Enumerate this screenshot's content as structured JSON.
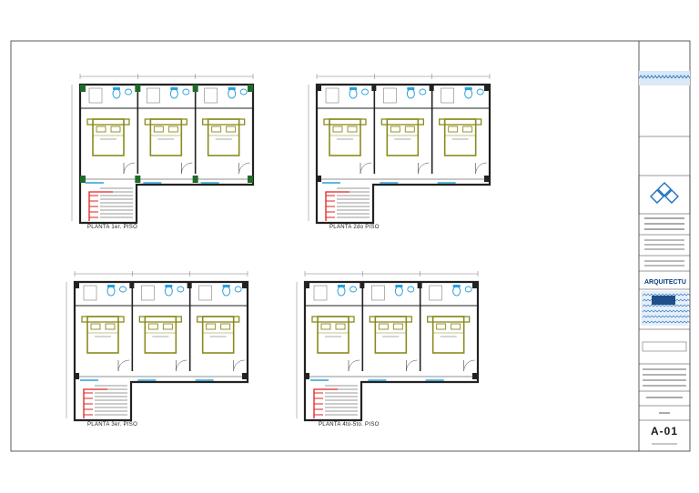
{
  "plans": [
    {
      "id": "p1",
      "label": "PLANTA 1er. PISO",
      "beds": 3
    },
    {
      "id": "p2",
      "label": "PLANTA 2do PISO",
      "beds": 3
    },
    {
      "id": "p3",
      "label": "PLANTA 3er. PISO",
      "beds": 3
    },
    {
      "id": "p4",
      "label": "PLANTA 4to-5to. PISO",
      "beds": 3
    }
  ],
  "title_block": {
    "discipline": "ARQUITECTURA",
    "sheet_number": "A-01"
  },
  "colors": {
    "wall": "#222222",
    "bed": "#8a8a1e",
    "fixture": "#2aa0d8",
    "stair": "#e02020",
    "column": "#1e6b2a",
    "titleblock_blue": "#1f6fc0"
  }
}
